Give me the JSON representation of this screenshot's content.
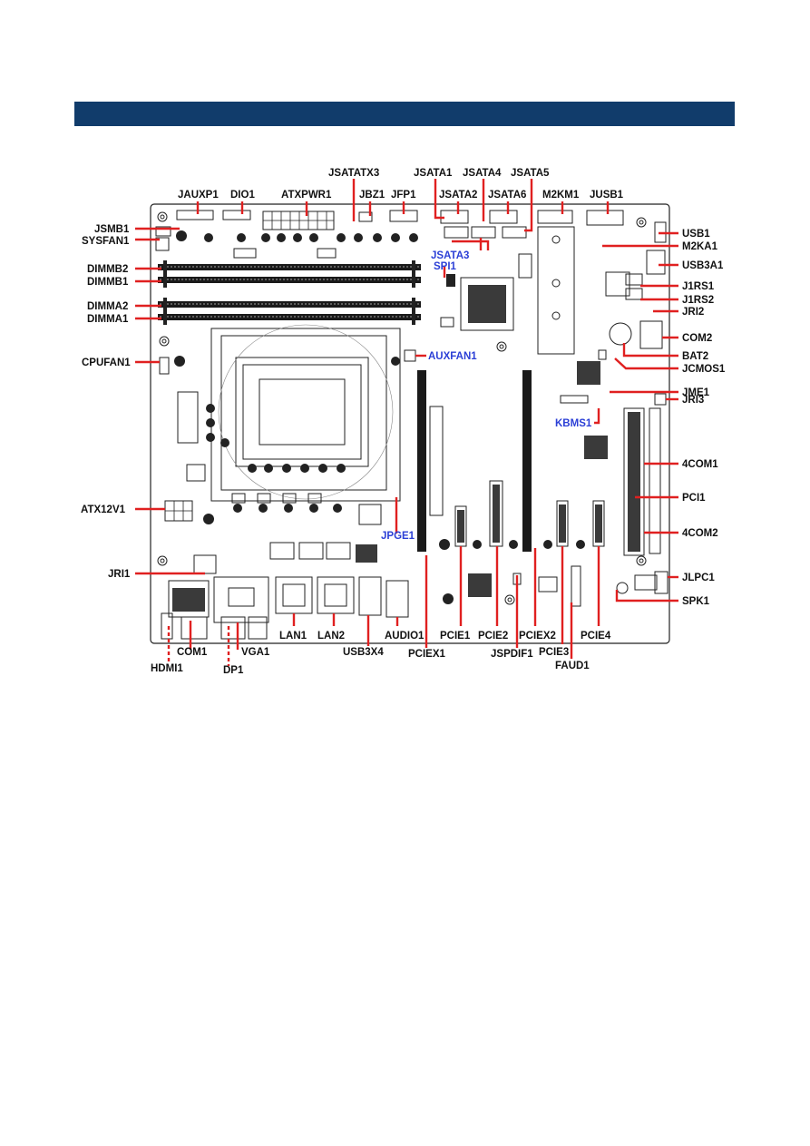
{
  "labels": {
    "jsatatx3": "JSATATX3",
    "jsata1": "JSATA1",
    "jsata4": "JSATA4",
    "jsata5": "JSATA5",
    "jauxp1": "JAUXP1",
    "dio1": "DIO1",
    "atxpwr1": "ATXPWR1",
    "jbz1": "JBZ1",
    "jfp1": "JFP1",
    "jsata2": "JSATA2",
    "jsata6": "JSATA6",
    "m2km1": "M2KM1",
    "jusb1": "JUSB1",
    "jsmb1": "JSMB1",
    "sysfan1": "SYSFAN1",
    "jsata3": "JSATA3",
    "spi1": "SPI1",
    "usb1": "USB1",
    "m2ka1": "M2KA1",
    "usb3a1": "USB3A1",
    "dimmb2": "DIMMB2",
    "dimmb1": "DIMMB1",
    "j1rs1": "J1RS1",
    "j1rs2": "J1RS2",
    "dimma2": "DIMMA2",
    "dimma1": "DIMMA1",
    "jri2": "JRI2",
    "com2": "COM2",
    "cpufan1": "CPUFAN1",
    "auxfan1": "AUXFAN1",
    "bat2": "BAT2",
    "jcmos1": "JCMOS1",
    "jme1": "JME1",
    "jri3": "JRI3",
    "kbms1": "KBMS1",
    "4com1": "4COM1",
    "atx12v1": "ATX12V1",
    "pci1": "PCI1",
    "jpge1": "JPGE1",
    "4com2": "4COM2",
    "jri1": "JRI1",
    "jlpc1": "JLPC1",
    "spk1": "SPK1",
    "lan1": "LAN1",
    "lan2": "LAN2",
    "audio1": "AUDIO1",
    "pcie1": "PCIE1",
    "pcie2": "PCIE2",
    "pciex2": "PCIEX2",
    "pcie4": "PCIE4",
    "com1": "COM1",
    "vga1": "VGA1",
    "usb3x4": "USB3X4",
    "pcie3": "PCIE3",
    "hdmi1": "HDMI1",
    "dp1": "DP1",
    "pciex1": "PCIEX1",
    "jspdif1": "JSPDIF1",
    "faud1": "FAUD1"
  },
  "colors": {
    "header_bar": "#113c6b",
    "leader_line": "#e02020",
    "highlight_label": "#2b3fd6",
    "board_outline": "#222222"
  }
}
